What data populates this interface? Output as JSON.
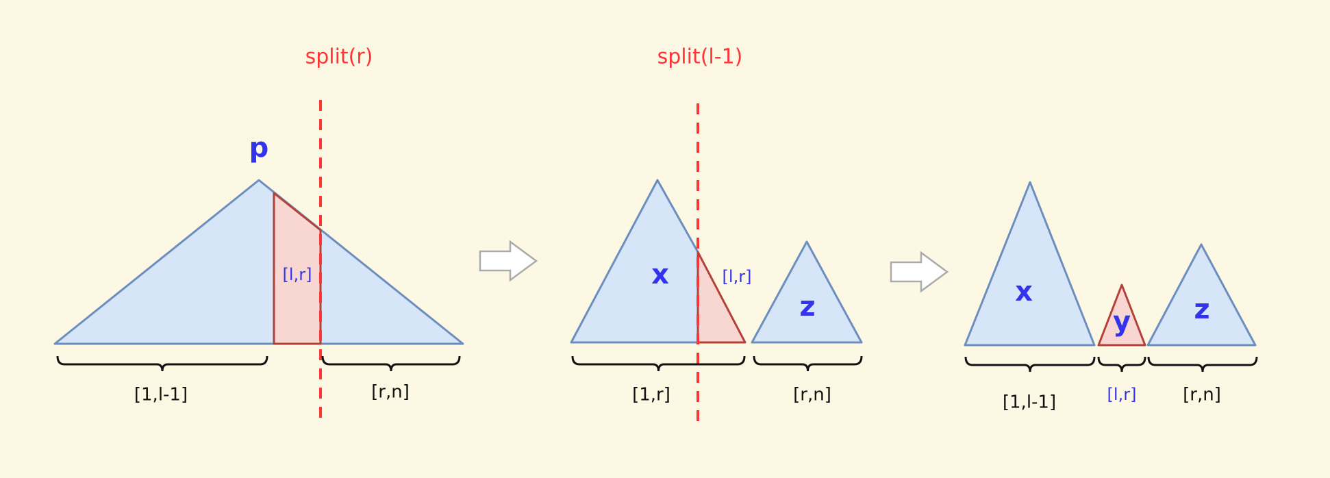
{
  "panel1": {
    "split_label": "split(r)",
    "node_label": "p",
    "segment_label": "[l,r]",
    "range_left": "[1,l-1]",
    "range_right": "[r,n]"
  },
  "panel2": {
    "split_label": "split(l-1)",
    "x_label": "x",
    "segment_label": "[l,r]",
    "z_label": "z",
    "range_left": "[1,r]",
    "range_right": "[r,n]"
  },
  "panel3": {
    "x_label": "x",
    "y_label": "y",
    "z_label": "z",
    "range_left": "[1,l-1]",
    "range_mid": "[l,r]",
    "range_right": "[r,n]"
  },
  "colors": {
    "background": "#fdf8e4",
    "tree_fill": "#d6e6f8",
    "tree_stroke": "#6c8ebf",
    "segment_fill": "#f8d7d3",
    "segment_stroke": "#b3413a",
    "split": "#ff3535",
    "label": "#3333ee"
  }
}
